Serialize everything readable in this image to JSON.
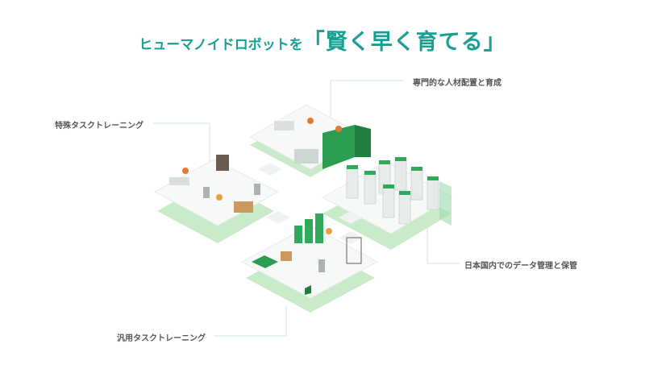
{
  "headline": {
    "prefix": "ヒューマノイドロボットを",
    "emphasis": "「賢く早く育てる」"
  },
  "labels": {
    "staffing": "専門的な人材配置と育成",
    "special_training": "特殊タスクトレーニング",
    "data_management": "日本国内でのデータ管理と保管",
    "general_training": "汎用タスクトレーニング"
  },
  "colors": {
    "accent": "#17a092",
    "green": "#3dbb6a",
    "tile_shadow": "#c9ebc9",
    "leader": "#cfe3e0"
  }
}
